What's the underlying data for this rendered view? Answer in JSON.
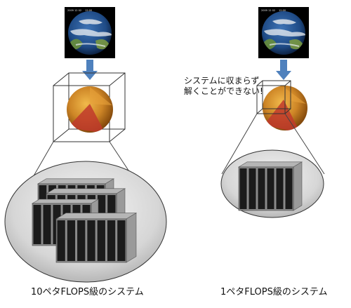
{
  "left_panel": {
    "caption": "10ペタFLOPS級のシステム",
    "earth_label_a": "2009 12 02",
    "earth_label_b": "12:00"
  },
  "right_panel": {
    "caption": "1ペタFLOPS級のシステム",
    "note_line1": "システムに収まらず",
    "note_line2": "解くことができない!",
    "earth_label_a": "2009 12 02",
    "earth_label_b": "12:00"
  },
  "colors": {
    "arrow": "#4f81bd",
    "rack_body": "#1b1b1b",
    "rack_frame": "#8a8a8a",
    "ellipse_fill": "#d9d9d9",
    "sphere_core": "#c0781a"
  }
}
